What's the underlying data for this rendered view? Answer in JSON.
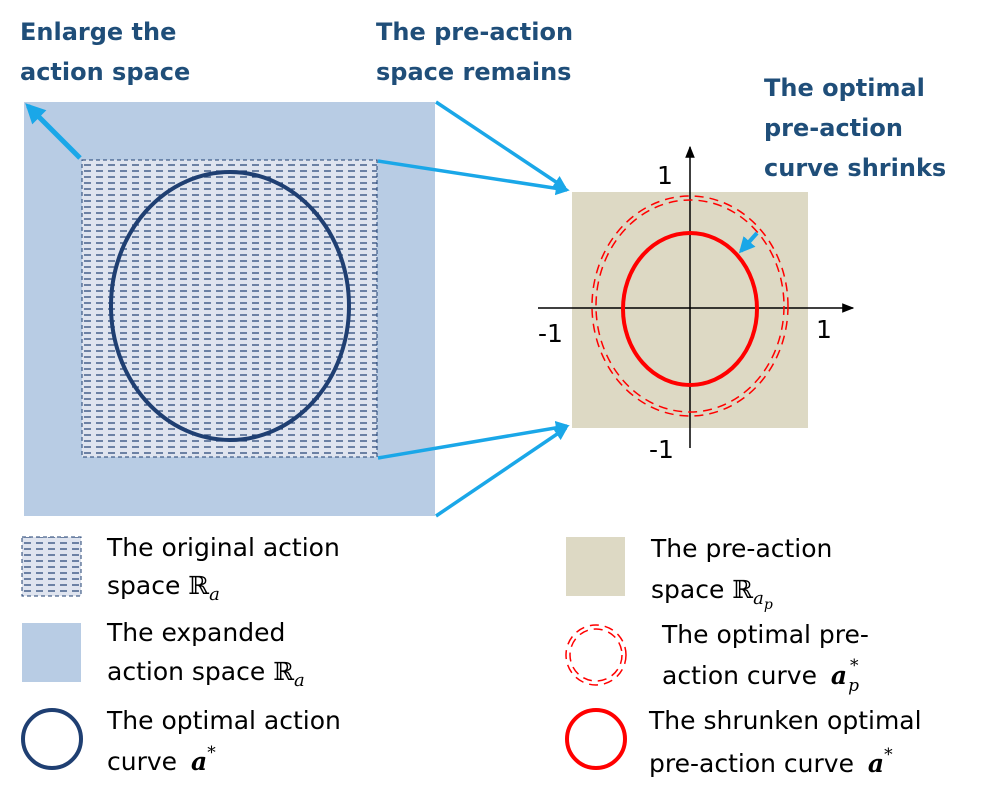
{
  "annotations": {
    "enlarge_line1": "Enlarge the",
    "enlarge_line2": "action space",
    "preaction_line1": "The pre-action",
    "preaction_line2": "space remains",
    "optimal_line1": "The optimal",
    "optimal_line2": "pre-action",
    "optimal_line3": "curve shrinks"
  },
  "axes": {
    "y_pos": "1",
    "x_neg": "-1",
    "x_pos": "1",
    "y_neg": "-1"
  },
  "legend": {
    "original": {
      "line1": "The original action",
      "line2": "space ",
      "symbol": "ℝ",
      "sub": "a"
    },
    "expanded": {
      "line1": "The expanded",
      "line2": "action space ",
      "symbol": "ℝ",
      "sub": "a"
    },
    "optimal_action": {
      "line1": "The optimal action",
      "line2": "curve ",
      "symbol": "a",
      "sup": "*"
    },
    "preaction_space": {
      "line1": "The pre-action",
      "line2": "space ",
      "symbol": "ℝ",
      "sub": "a",
      "subsub": "p"
    },
    "optimal_preaction": {
      "line1": "The optimal pre-",
      "line2": "action curve ",
      "symbol": "a",
      "sub": "p",
      "sup": "*"
    },
    "shrunken": {
      "line1": "The shrunken optimal",
      "line2": "pre-action curve ",
      "symbol": "a",
      "sup": "*"
    }
  },
  "colors": {
    "heading": "#1f4e79",
    "expanded_fill": "#b8cce4",
    "preaction_fill": "#ddd9c4",
    "navy": "#1f3f72",
    "arrow": "#1aa7e8",
    "red": "#ff0000"
  }
}
